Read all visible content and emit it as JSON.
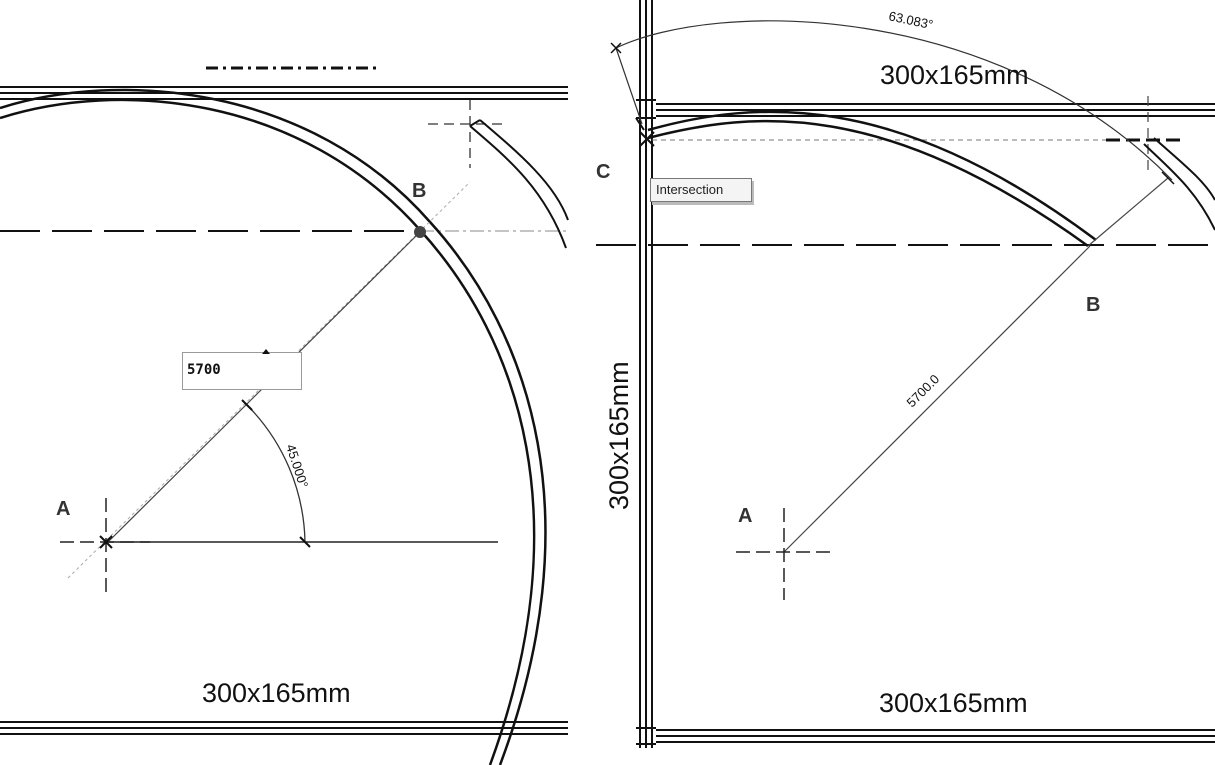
{
  "left": {
    "radius_input_value": "5700",
    "angle_label": "45.000°",
    "point_a": "A",
    "point_b": "B",
    "beam_label_bottom": "300x165mm"
  },
  "right": {
    "arc_angle_label": "63.083°",
    "radius_label": "5700.0",
    "point_a": "A",
    "point_b": "B",
    "point_c": "C",
    "tooltip": "Intersection",
    "beam_label_top": "300x165mm",
    "beam_label_left": "300x165mm",
    "beam_label_bottom": "300x165mm"
  }
}
